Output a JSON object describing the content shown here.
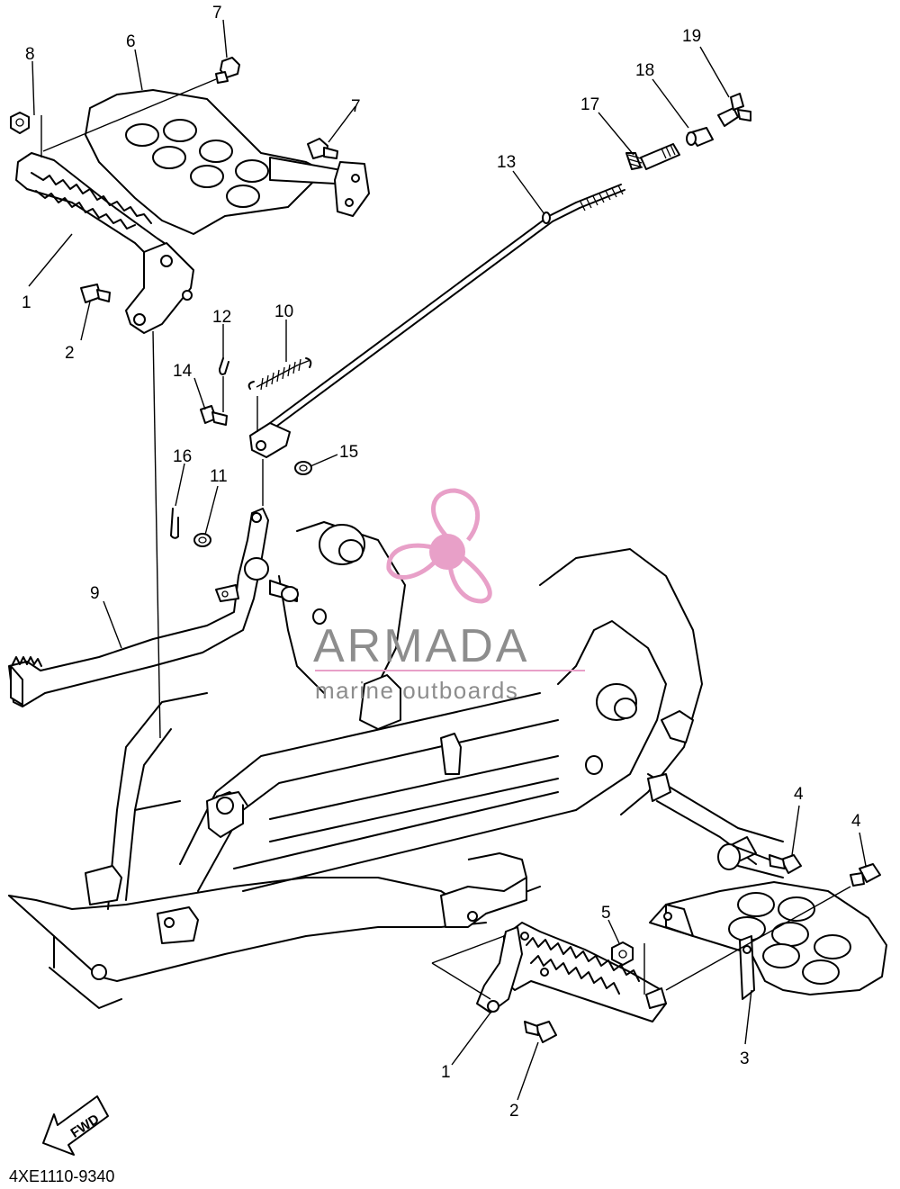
{
  "diagram_code": "4XE1110-9340",
  "fwd_label": "FWD",
  "watermark": {
    "brand": "ARMADA",
    "tagline": "marine outboards",
    "logo_color": "#e8a0c8",
    "text_color": "#8d8d8d"
  },
  "callouts": [
    {
      "id": "c1a",
      "label": "1"
    },
    {
      "id": "c1b",
      "label": "1"
    },
    {
      "id": "c2a",
      "label": "2"
    },
    {
      "id": "c2b",
      "label": "2"
    },
    {
      "id": "c3",
      "label": "3"
    },
    {
      "id": "c4a",
      "label": "4"
    },
    {
      "id": "c4b",
      "label": "4"
    },
    {
      "id": "c5",
      "label": "5"
    },
    {
      "id": "c6",
      "label": "6"
    },
    {
      "id": "c7a",
      "label": "7"
    },
    {
      "id": "c7b",
      "label": "7"
    },
    {
      "id": "c8",
      "label": "8"
    },
    {
      "id": "c9",
      "label": "9"
    },
    {
      "id": "c10",
      "label": "10"
    },
    {
      "id": "c11",
      "label": "11"
    },
    {
      "id": "c12",
      "label": "12"
    },
    {
      "id": "c13",
      "label": "13"
    },
    {
      "id": "c14",
      "label": "14"
    },
    {
      "id": "c15",
      "label": "15"
    },
    {
      "id": "c16",
      "label": "16"
    },
    {
      "id": "c17",
      "label": "17"
    },
    {
      "id": "c18",
      "label": "18"
    },
    {
      "id": "c19",
      "label": "19"
    }
  ]
}
